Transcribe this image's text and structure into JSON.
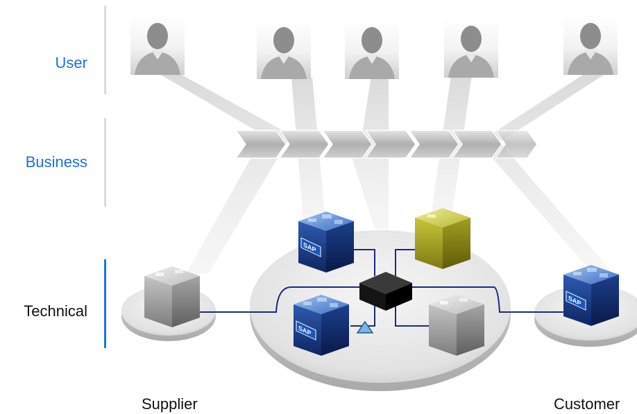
{
  "layers": {
    "user": "User",
    "business": "Business",
    "technical": "Technical"
  },
  "sites": {
    "supplier": "Supplier",
    "customer": "Customer"
  },
  "cube_badge": "SAP",
  "colors": {
    "active_layer": "#1a73e8",
    "layer_text_blue": "#1a6fe0",
    "inactive_bar": "#dcdcdc",
    "connector": "#1c2a7a",
    "sap_blue": "#1f3f8f",
    "olive": "#b4b21e",
    "grey_cube": "#9a9a9a",
    "hub": "#111111"
  },
  "icons": {
    "person": "person-silhouette-icon",
    "process_step": "chevron-arrow-icon",
    "system": "cube-icon",
    "hub": "integration-hub-icon",
    "alert": "triangle-warning-icon"
  }
}
